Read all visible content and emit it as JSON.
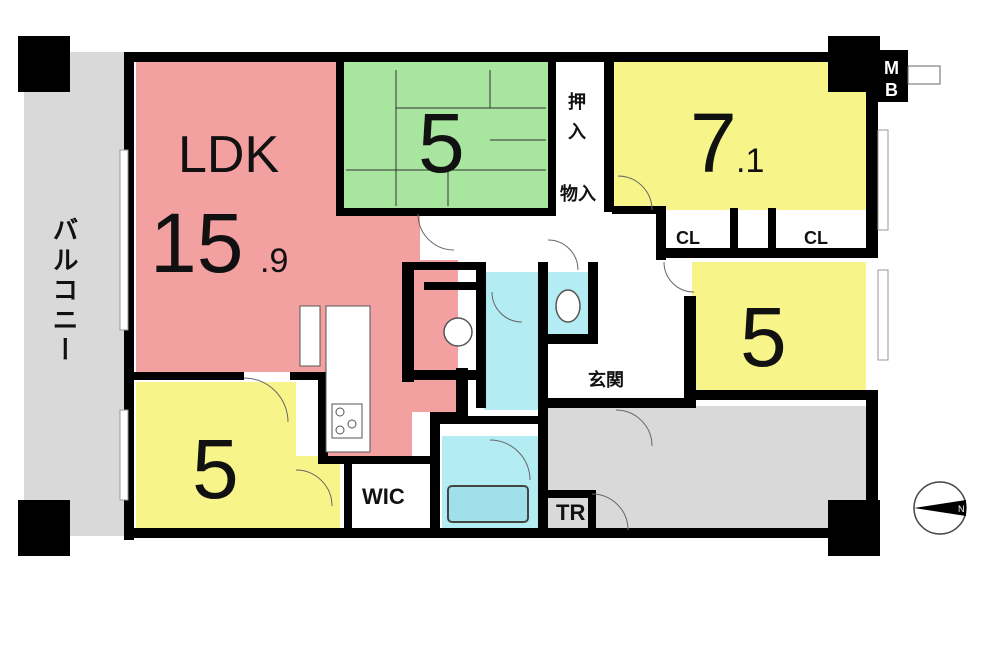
{
  "colors": {
    "ldk": "#F2A0A0",
    "washitsu": "#A8E6A0",
    "yellow": "#F7F48A",
    "wet": "#B4ECF4",
    "balcony": "#D9D9D9",
    "entry": "#D9D9D9",
    "wall": "#000000"
  },
  "rooms": {
    "ldk": {
      "label": "LDK",
      "size_main": "15",
      "size_dec": ".9"
    },
    "washitsu": {
      "size": "5"
    },
    "nw": {
      "size_main": "7",
      "size_dec": ".1"
    },
    "east": {
      "size": "5"
    },
    "sw": {
      "size": "5"
    }
  },
  "labels": {
    "balcony": "バルコニー",
    "oshiire_1": "押",
    "oshiire_2": "入",
    "monoire": "物入",
    "cl_1": "CL",
    "cl_2": "CL",
    "genkan": "玄関",
    "wic": "WIC",
    "tr": "TR",
    "mb_1": "M",
    "mb_2": "B"
  },
  "icons": {
    "compass": "north-arrow-icon"
  }
}
